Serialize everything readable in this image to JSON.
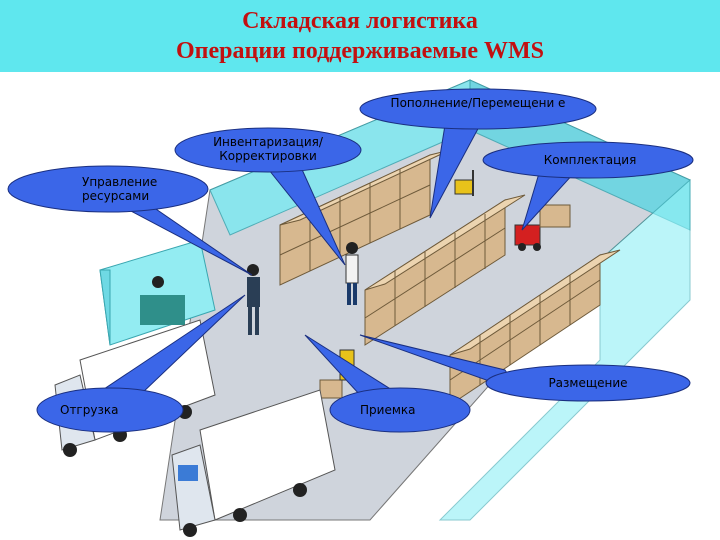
{
  "header": {
    "title_line1": "Складская логистика",
    "title_line2": "Операции поддерживаемые WMS"
  },
  "callouts": {
    "replenishment": "Пополнение/Перемещени е",
    "inventory": "Инвентаризация/ Корректировки",
    "picking": "Комплектация",
    "resource_mgmt": "Управление ресурсами",
    "putaway": "Размещение",
    "shipping": "Отгрузка",
    "receiving": "Приемка"
  },
  "colors": {
    "header_bg": "#5fe7ee",
    "title": "#c21010",
    "callout_fill": "#3b66e8",
    "floor": "#cfd4dc",
    "wall": "#7ee8f0",
    "box": "#d7b88f"
  }
}
